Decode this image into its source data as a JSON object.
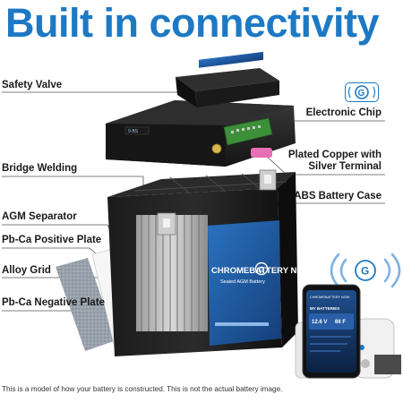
{
  "title": "Built in connectivity",
  "labels": {
    "safety_valve": "Safety Valve",
    "electronic_chip": "Electronic Chip",
    "plated_copper_line1": "Plated Copper with",
    "plated_copper_line2": "Silver Terminal",
    "bridge_welding": "Bridge Welding",
    "abs_case": "ABS Battery Case",
    "agm_separator": "AGM Separator",
    "positive_plate": "Pb-Ca Positive Plate",
    "alloy_grid": "Alloy Grid",
    "negative_plate": "Pb-Ca Negative Plate"
  },
  "battery": {
    "brand": "CHROMEBATTERY",
    "brand_suffix": "NOW",
    "subtitle": "Sealed AGM Battery"
  },
  "phone": {
    "brand": "CHROMEBATTERY NOW",
    "section": "MY BATTERIES",
    "voltage": "12.6 V",
    "temperature": "66 F"
  },
  "disclaimer": "This is a model of how your battery is constructed. This is not the actual battery image.",
  "colors": {
    "accent": "#1e79c4",
    "label_line": "#555555",
    "battery_body": "#1b1b1b",
    "battery_label": "#1f5fa8",
    "chip_green": "#3d8f3a",
    "terminal_pink": "#e86fb3"
  },
  "icons": [
    "bluetooth-badge-icon",
    "wireless-signal-icon",
    "smartphone-icon"
  ]
}
